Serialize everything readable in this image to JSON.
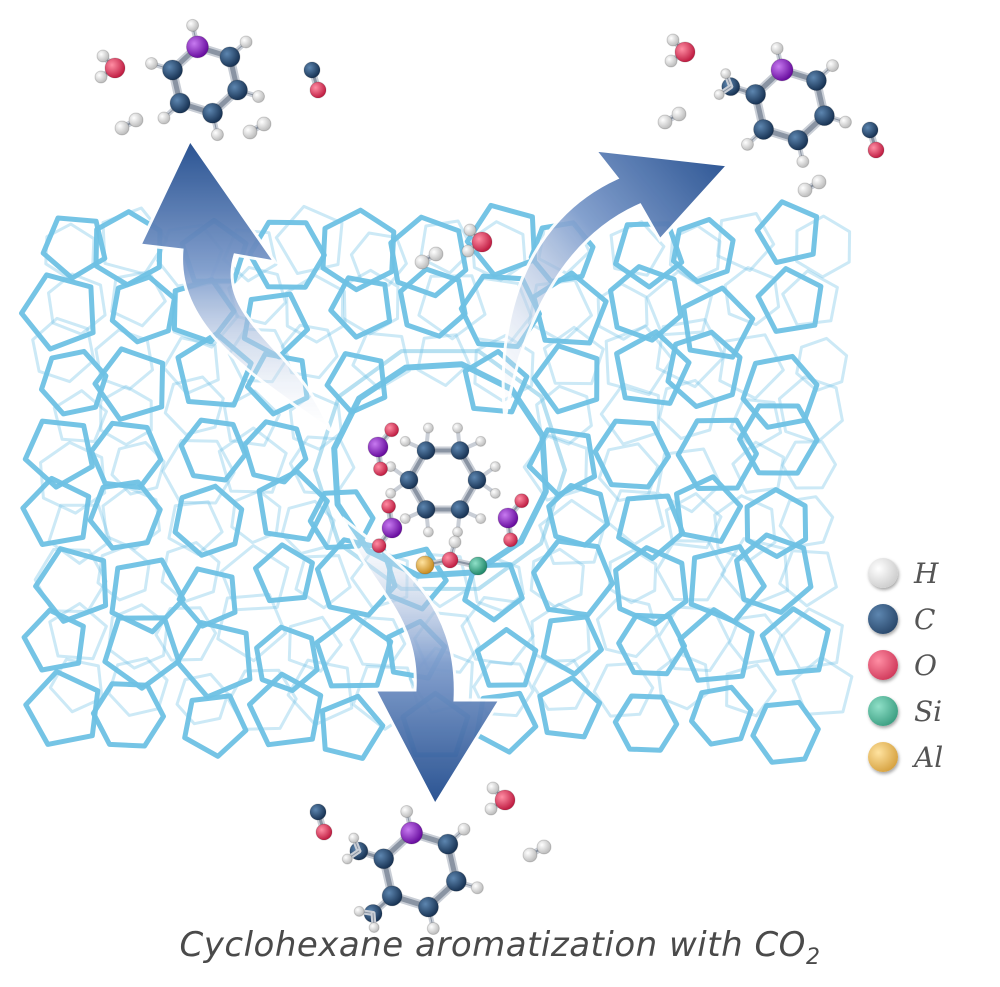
{
  "legend": {
    "items": [
      {
        "label": "H",
        "color": "#f4f4f4",
        "icon": "hydrogen-atom-icon"
      },
      {
        "label": "C",
        "color": "#1f3f63",
        "icon": "carbon-atom-icon"
      },
      {
        "label": "O",
        "color": "#e2395b",
        "icon": "oxygen-atom-icon"
      },
      {
        "label": "Si",
        "color": "#35a98a",
        "icon": "silicon-atom-icon"
      },
      {
        "label": "Al",
        "color": "#e7b449",
        "icon": "aluminum-atom-icon"
      }
    ]
  },
  "caption": {
    "main": "Cyclohexane aromatization with CO",
    "subscript": "2"
  },
  "colors": {
    "framework": "#6ec1e4",
    "arrow": "#2c5597",
    "metal_site": "#8a1fc0"
  }
}
